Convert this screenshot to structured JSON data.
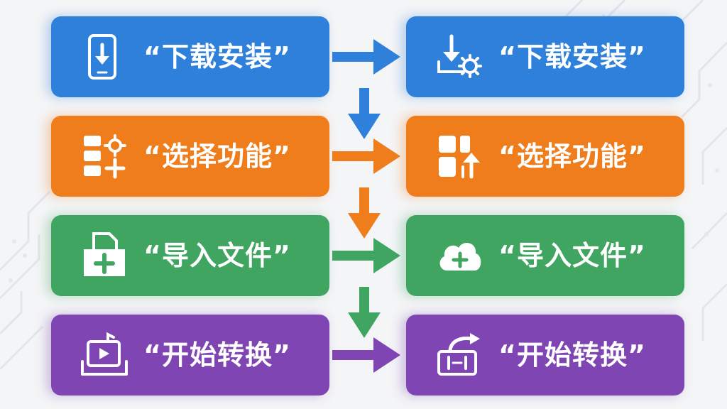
{
  "steps": [
    {
      "left": {
        "label": "“下载安装”",
        "icon": "phone-download-icon"
      },
      "right": {
        "label": "“下载安装”",
        "icon": "download-gear-icon"
      },
      "color": "#2e80da"
    },
    {
      "left": {
        "label": "“选择功能”",
        "icon": "grid-gear-plus-icon"
      },
      "right": {
        "label": "“选择功能”",
        "icon": "grid-arrow-up-icon"
      },
      "color": "#ef7d1c"
    },
    {
      "left": {
        "label": "“导入文件”",
        "icon": "file-import-icon"
      },
      "right": {
        "label": "“导入文件”",
        "icon": "cloud-plus-icon"
      },
      "color": "#3fa561"
    },
    {
      "left": {
        "label": "“开始转换”",
        "icon": "video-convert-icon"
      },
      "right": {
        "label": "“开始转换”",
        "icon": "convert-arrow-icon"
      },
      "color": "#7f46b3"
    }
  ]
}
